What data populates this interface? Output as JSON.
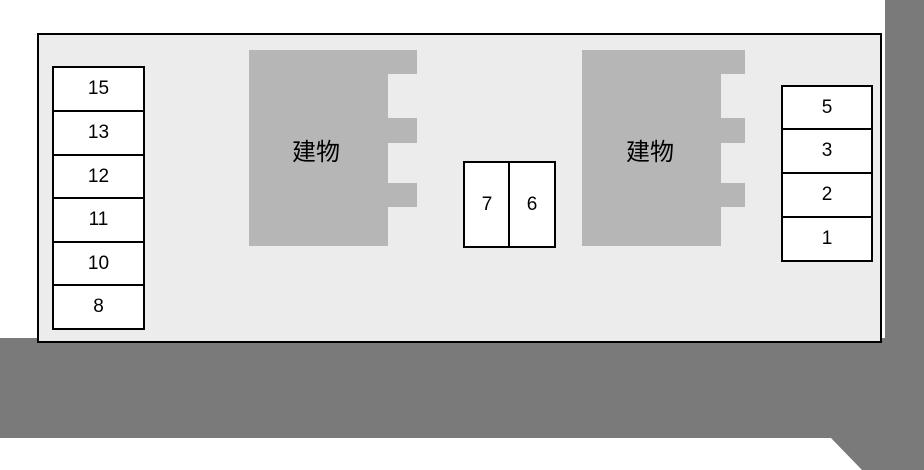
{
  "colors": {
    "road": "#7a7a7a",
    "lot": "#ececec",
    "building": "#b6b6b6",
    "slot": "#ffffff",
    "border": "#000000"
  },
  "buildings": [
    {
      "label": "建物"
    },
    {
      "label": "建物"
    }
  ],
  "left_slots": [
    "15",
    "13",
    "12",
    "11",
    "10",
    "8"
  ],
  "center_slots": [
    "7",
    "6"
  ],
  "right_slots": [
    "5",
    "3",
    "2",
    "1"
  ]
}
